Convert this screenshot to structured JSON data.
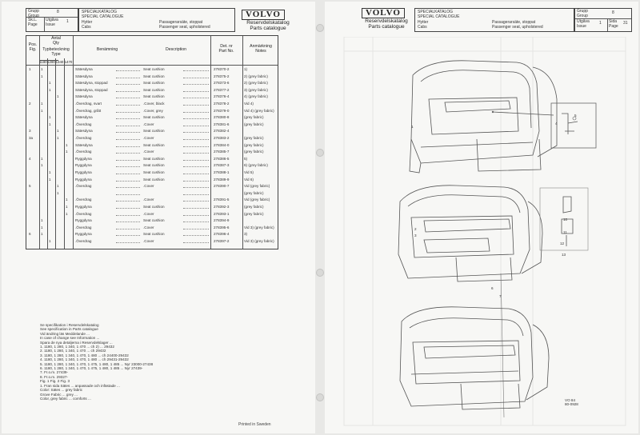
{
  "left": {
    "header": {
      "group_label": "Grupp\nGroup",
      "group_value": "8",
      "sec_label": "Sk.L.\nPage",
      "issue_label": "Utgåva\nIssue",
      "issue_value": "1",
      "special_catalogue": "SPECIALKATALOG\nSPECIAL CATALOGUE",
      "section_sv": "Hytter",
      "section_en": "Cabs",
      "subject_sv": "Passagerarsäte, stoppat",
      "subject_en": "Passenger seat, upholstered",
      "brand": "VOLVO",
      "catalogue_sv": "Reservdelskatalog",
      "catalogue_en": "Parts catalogue"
    },
    "columns": {
      "pos": "Pos.\nFig.",
      "antal": "Antal\nQty",
      "typ": "Typbeteckning\nType",
      "types": [
        "1180",
        "1280",
        "1340",
        "1470"
      ],
      "benamning": "Benämning",
      "description": "Description",
      "detalj": "Det. nr\nPart No.",
      "anmarkning": "Anmärkning\nNotes"
    },
    "rows": [
      {
        "pos": "1",
        "qty": [
          "1",
          "",
          "",
          ""
        ],
        "sv": "Sätesdyna",
        "en": "Seat cushion",
        "partno": "278370-2",
        "note": "1)"
      },
      {
        "pos": "",
        "qty": [
          "1",
          "",
          "",
          ""
        ],
        "sv": "Sätesdyna",
        "en": "Seat cushion",
        "partno": "278375-2",
        "note": "2)  (grey fabric)"
      },
      {
        "pos": "",
        "qty": [
          "",
          "1",
          "",
          ""
        ],
        "sv": "Sätesdyna, stoppad",
        "en": "Seat cushion",
        "partno": "278373-6",
        "note": "2)  (grey fabric)"
      },
      {
        "pos": "",
        "qty": [
          "",
          "1",
          "",
          ""
        ],
        "sv": "Sätesdyna, stoppad",
        "en": "Seat cushion",
        "partno": "278377-2",
        "note": "3)  (grey fabric)"
      },
      {
        "pos": "",
        "qty": [
          "",
          "",
          "1",
          ""
        ],
        "sv": "Sätesdyna",
        "en": "Seat cushion",
        "partno": "278376-4",
        "note": "4)  (grey fabric)"
      },
      {
        "pos": "2",
        "qty": [
          "1",
          "",
          "",
          ""
        ],
        "sv": ".Överdrag, svart",
        "en": ".Cover, black",
        "partno": "278378-2",
        "note": "Vid 4)"
      },
      {
        "pos": "",
        "qty": [
          "1",
          "",
          "",
          ""
        ],
        "sv": ".Överdrag, grått",
        "en": ".Cover, grey",
        "partno": "278379-0",
        "note": "Vid 4)  (grey fabric)"
      },
      {
        "pos": "",
        "qty": [
          "",
          "1",
          "",
          ""
        ],
        "sv": "Sätesdyna",
        "en": "Seat cushion",
        "partno": "278380-8",
        "note": "(grey fabric)"
      },
      {
        "pos": "",
        "qty": [
          "",
          "1",
          "",
          ""
        ],
        "sv": ".Överdrag",
        "en": ".Cover",
        "partno": "278381-6",
        "note": "(grey fabric)"
      },
      {
        "pos": "3",
        "qty": [
          "",
          "",
          "1",
          ""
        ],
        "sv": "Sätesdyna",
        "en": "Seat cushion",
        "partno": "278382-4",
        "note": ""
      },
      {
        "pos": "3a",
        "qty": [
          "",
          "",
          "1",
          ""
        ],
        "sv": ".Överdrag",
        "en": ".Cover",
        "partno": "278383-2",
        "note": "(grey fabric)"
      },
      {
        "pos": "",
        "qty": [
          "",
          "",
          "",
          "1"
        ],
        "sv": "Sätesdyna",
        "en": "Seat cushion",
        "partno": "278384-0",
        "note": "(grey fabric)"
      },
      {
        "pos": "",
        "qty": [
          "",
          "",
          "",
          "1"
        ],
        "sv": ".Överdrag",
        "en": ".Cover",
        "partno": "278385-7",
        "note": "(grey fabric)"
      },
      {
        "pos": "4",
        "qty": [
          "1",
          "",
          "",
          ""
        ],
        "sv": "Ryggdyna",
        "en": "Seat cushion",
        "partno": "278386-5",
        "note": "5)"
      },
      {
        "pos": "",
        "qty": [
          "1",
          "",
          "",
          ""
        ],
        "sv": "Ryggdyna",
        "en": "Seat cushion",
        "partno": "278387-3",
        "note": "6)  (grey fabric)"
      },
      {
        "pos": "",
        "qty": [
          "",
          "1",
          "",
          ""
        ],
        "sv": "Ryggdyna",
        "en": "Seat cushion",
        "partno": "278388-1",
        "note": "Vid 5)"
      },
      {
        "pos": "",
        "qty": [
          "",
          "1",
          "",
          ""
        ],
        "sv": "Ryggdyna",
        "en": "Seat cushion",
        "partno": "278389-9",
        "note": "Vid 6)"
      },
      {
        "pos": "5",
        "qty": [
          "",
          "",
          "1",
          ""
        ],
        "sv": ".Överdrag",
        "en": ".Cover",
        "partno": "278390-7",
        "note": "Vid  (grey fabric)"
      },
      {
        "pos": "",
        "qty": [
          "",
          "",
          "1",
          ""
        ],
        "sv": "",
        "en": "",
        "partno": "",
        "note": "(grey fabric)"
      },
      {
        "pos": "",
        "qty": [
          "",
          "",
          "",
          "1"
        ],
        "sv": ".Överdrag",
        "en": ".Cover",
        "partno": "278391-5",
        "note": "Vid  (grey fabric)"
      },
      {
        "pos": "",
        "qty": [
          "",
          "",
          "",
          "1"
        ],
        "sv": "Ryggdyna",
        "en": "Seat cushion",
        "partno": "278392-3",
        "note": "(grey fabric)"
      },
      {
        "pos": "",
        "qty": [
          "",
          "",
          "",
          "1"
        ],
        "sv": ".Överdrag",
        "en": ".Cover",
        "partno": "278393-1",
        "note": "(grey fabric)"
      },
      {
        "pos": "",
        "qty": [
          "1",
          "",
          "",
          ""
        ],
        "sv": "Ryggdyna",
        "en": "Seat cushion",
        "partno": "278394-9",
        "note": ""
      },
      {
        "pos": "",
        "qty": [
          "1",
          "",
          "",
          ""
        ],
        "sv": ".Överdrag",
        "en": ".Cover",
        "partno": "278395-6",
        "note": "Vid 3)  (grey fabric)"
      },
      {
        "pos": "6",
        "qty": [
          "1",
          "",
          "",
          ""
        ],
        "sv": "Ryggdyna",
        "en": "Seat cushion",
        "partno": "278396-4",
        "note": "3)"
      },
      {
        "pos": "",
        "qty": [
          "",
          "1",
          "",
          ""
        ],
        "sv": ".Överdrag",
        "en": ".Cover",
        "partno": "278397-2",
        "note": "Vid 3)  (grey fabric)"
      }
    ],
    "footnotes": [
      "Se specifikation i Reservdelskatalog",
      "See specification in Parts catalogue",
      "Vid ändring läs Meddelande ...",
      "In case of change see Information ...",
      "Spara de nya detaljerna i Reservdelslager ...",
      "1. 1180, 1 280, 1 340, 1 470 ... ch 2) ... 29432",
      "2. 1180, 1 280, 1 340, 1 470 ... ch 29432",
      "3. 1180, 1 280, 1 340, 1 470, 1 480 ... ch 24400-29432",
      "4. 1180, 1 280, 1 340, 1 470, 1 480 ... ch 29431-29432",
      "5. 1180, 1 280, 1 340, 1 470, 1 475, 1 480, 1 485 ... Nyr 23000-27438",
      "6. 1180, 1 280, 1 340, 1 470, 1 475, 1 480, 1 485 ... Nyr 27439-",
      "7. Fr.o.m. 27439-",
      "8. Fr.o.m. 29327-",
      "Fig. 1 Fig. 2 Fig. 3",
      "1. Fran sida Sätes ... anpassade och infästade ...",
      "Color: Sätes ... grey fabric",
      "Grove Fabric ... grey ...",
      "Color, grey fabric ... comforts ..."
    ],
    "printed": "Printed in Sweden"
  },
  "right": {
    "header": {
      "brand": "VOLVO",
      "catalogue_sv": "Reservdelskatalog",
      "catalogue_en": "Parts catalogue",
      "special_catalogue": "SPECIALKATALOG\nSPECIAL CATALOGUE",
      "section_sv": "Hytter",
      "section_en": "Cabs",
      "subject_sv": "Passagerarsäte, stoppat",
      "subject_en": "Passenger seat, upholstered",
      "group_label": "Grupp\nGroup",
      "group_value": "8",
      "issue_label": "Utgåva\nIssue",
      "issue_value": "1",
      "page_label": "Sida\nPage",
      "page_value": "31"
    },
    "callouts": [
      "1",
      "2",
      "3",
      "4",
      "5",
      "6",
      "7",
      "10",
      "11",
      "12",
      "13"
    ],
    "figure_code": "VO 84\n80-0928"
  }
}
